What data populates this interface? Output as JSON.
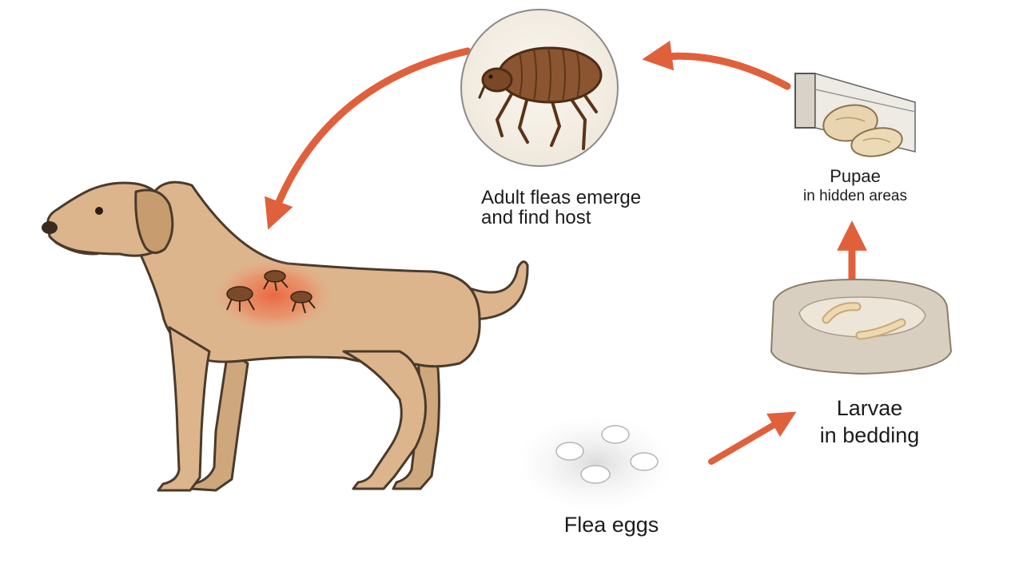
{
  "stages": {
    "adult": {
      "line1": "Adult fleas emerge",
      "line2": "and find host"
    },
    "pupae": {
      "line1": "Pupae",
      "line2": "in hidden areas"
    },
    "larvae": {
      "line1": "Larvae",
      "line2": "in bedding"
    },
    "eggs": {
      "line1": "Flea eggs"
    }
  },
  "colors": {
    "arrow": "#e0603c",
    "dog_fur": "#dcb58c",
    "dog_outline": "#4a3a2c",
    "flea": "#7a4a2a",
    "irritation": "#ee6a44",
    "egg": "#ffffff",
    "bed": "#d9cfc0",
    "larva": "#e9d2a8",
    "pupa": "#e8d4ae"
  },
  "icons": [
    "dog-illustration",
    "flea-icon",
    "flea-egg-icon",
    "larva-icon",
    "pupa-icon",
    "pet-bed-icon",
    "cycle-arrow-icon"
  ]
}
